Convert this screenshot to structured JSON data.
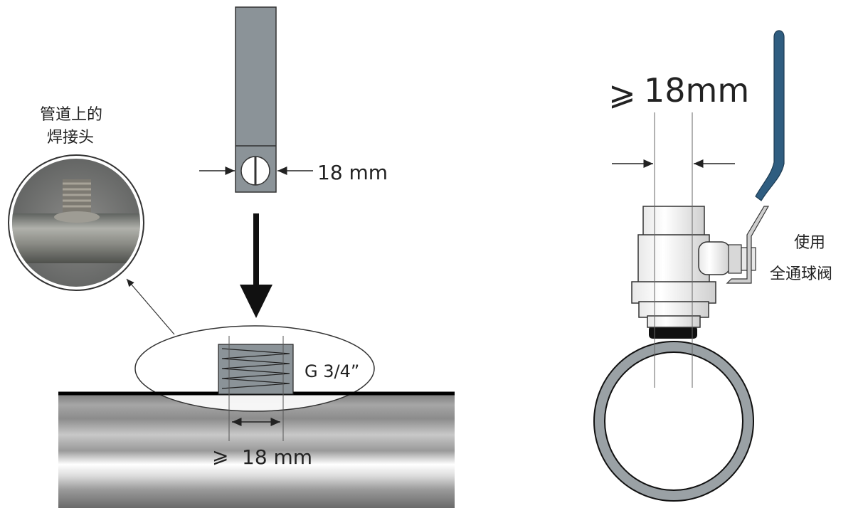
{
  "left_figure": {
    "callout_label_line1": "管道上的",
    "callout_label_line2": "焊接头",
    "probe_dimension": "18 mm",
    "thread_label": "G  3/4”",
    "min_symbol": "⩾",
    "min_dimension": "18 mm"
  },
  "right_figure": {
    "min_symbol": "⩾",
    "min_dimension": "18mm",
    "valve_label_line1": "使用",
    "valve_label_line2": "全通球阀"
  },
  "colors": {
    "probe_gray": "#8b9398",
    "valve_handle_blue": "#2f5d80",
    "pipe_ring_gray": "#9aa1a5",
    "outline": "#222222"
  }
}
